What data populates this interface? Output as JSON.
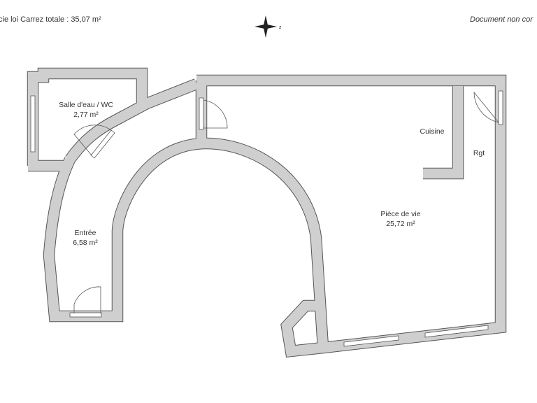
{
  "header": {
    "total_area_label": "cie loi Carrez totale : 35,07 m²",
    "disclaimer": "Document non cor",
    "compass_letter": "z"
  },
  "rooms": [
    {
      "name": "Salle d'eau / WC",
      "area": "2,77 m²"
    },
    {
      "name": "Entrée",
      "area": "6,58 m²"
    },
    {
      "name": "Cuisine",
      "area": ""
    },
    {
      "name": "Rgt",
      "area": ""
    },
    {
      "name": "Pièce de vie",
      "area": "25,72 m²"
    }
  ],
  "colors": {
    "wall": "#cfcfcf",
    "outline": "#555555",
    "text": "#333333"
  }
}
